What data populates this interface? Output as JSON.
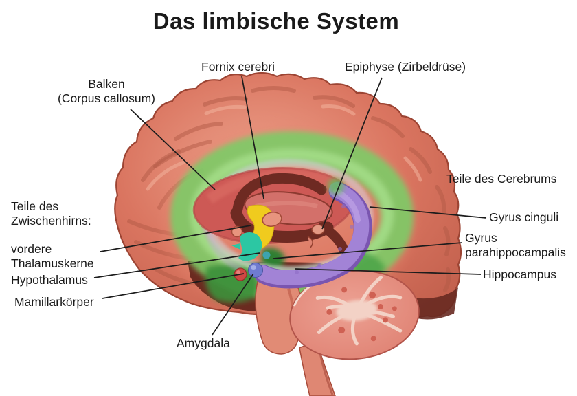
{
  "title": "Das limbische System",
  "labels": {
    "balken": {
      "line1": "Balken",
      "line2": "(Corpus callosum)"
    },
    "fornix": {
      "text": "Fornix cerebri"
    },
    "epiphyse": {
      "text": "Epiphyse (Zirbeldrüse)"
    },
    "teile_cerebrums": {
      "text": "Teile des Cerebrums"
    },
    "gyrus_cinguli": {
      "text": "Gyrus cinguli"
    },
    "gyrus_parahippocampalis": {
      "line1": "Gyrus",
      "line2": "parahippocampalis"
    },
    "hippocampus": {
      "text": "Hippocampus"
    },
    "teile_zwischenhirns": {
      "line1": "Teile des",
      "line2": "Zwischenhirns:"
    },
    "vordere_thalamuskerne": {
      "line1": "vordere",
      "line2": "Thalamuskerne"
    },
    "hypothalamus": {
      "text": "Hypothalamus"
    },
    "mamillarkoerper": {
      "text": "Mamillarkörper"
    },
    "amygdala": {
      "text": "Amygdala"
    }
  },
  "colors": {
    "cingulate_green": "#7dcb66",
    "cingulate_green_light": "#a9e18d",
    "hippocampus_purple": "#a283d6",
    "thalamus_yellow": "#f0cb1e",
    "hypothalamus_teal": "#2cc7a3",
    "amygdala_blue": "#6f7bd0",
    "mamillary_red": "#cf4743",
    "cortex_salmon": "#dd7a63",
    "corpus_callosum_red": "#cd5955",
    "label_text": "#1a1a1a",
    "background": "#ffffff"
  }
}
